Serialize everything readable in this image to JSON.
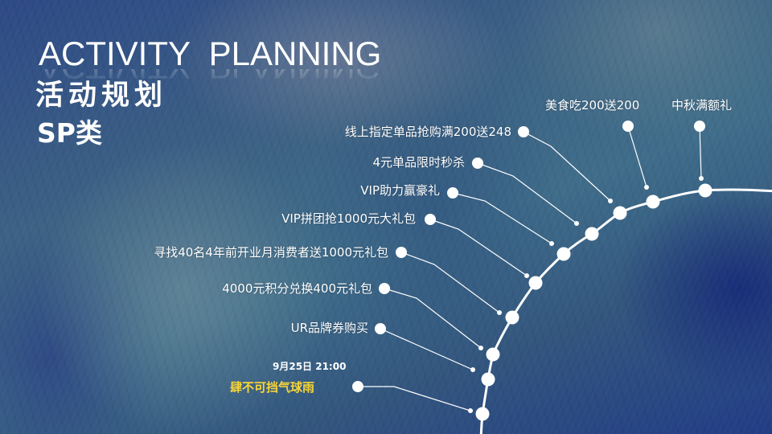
{
  "slide": {
    "title_en": "ACTIVITY  PLANNING",
    "title_cn": "活动规划",
    "subtitle": "SP类"
  },
  "colors": {
    "highlight": "#f7d538",
    "text": "#ffffff",
    "line": "#ffffff"
  },
  "timeline": {
    "events": [
      {
        "label": "美食吃200送200",
        "position": "top"
      },
      {
        "label": "中秋满额礼",
        "position": "top"
      },
      {
        "label": "线上指定单品抢购满200送248",
        "position": "left"
      },
      {
        "label": "4元单品限时秒杀",
        "position": "left"
      },
      {
        "label": "VIP助力赢豪礼",
        "position": "left"
      },
      {
        "label": "VIP拼团抢1000元大礼包",
        "position": "left"
      },
      {
        "label": "寻找40名4年前开业月消费者送1000元礼包",
        "position": "left"
      },
      {
        "label": "4000元积分兑换400元礼包",
        "position": "left"
      },
      {
        "label": "UR品牌券购买",
        "position": "left"
      },
      {
        "label": "肆不可挡气球雨",
        "position": "left",
        "date": "9月25日 21:00",
        "highlighted": true
      }
    ]
  },
  "icons": {
    "node": "circle-node-icon",
    "connector": "leader-line"
  }
}
